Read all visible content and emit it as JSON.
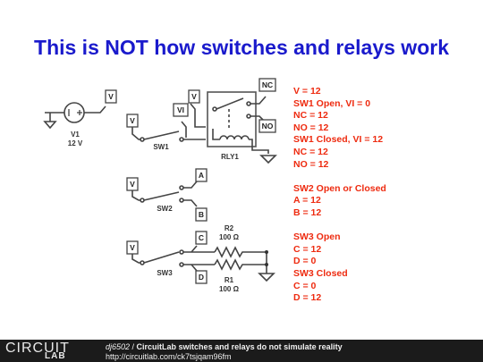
{
  "title": "This is NOT how switches and relays work",
  "schematic": {
    "v1_label": "V1",
    "v1_value": "12 V",
    "probe_v": "V",
    "probe_vi": "VI",
    "probe_nc": "NC",
    "probe_no": "NO",
    "probe_a": "A",
    "probe_b": "B",
    "probe_c": "C",
    "probe_d": "D",
    "sw1": "SW1",
    "sw2": "SW2",
    "sw3": "SW3",
    "rly1": "RLY1",
    "r1_label": "R1",
    "r1_value": "100 Ω",
    "r2_label": "R2",
    "r2_value": "100 Ω"
  },
  "notes": {
    "block1": [
      "V = 12",
      "SW1 Open, VI = 0",
      "NC = 12",
      "NO = 12",
      "SW1 Closed, VI = 12",
      "NC = 12",
      "NO = 12"
    ],
    "block2": [
      "SW2 Open or Closed",
      "A = 12",
      "B = 12"
    ],
    "block3": [
      "SW3 Open",
      "C = 12",
      "D = 0",
      "SW3 Closed",
      "C = 0",
      "D = 12"
    ]
  },
  "footer": {
    "logo_top": "CIRCUIT",
    "logo_bottom": "LAB",
    "author": "dj6502",
    "separator": " / ",
    "circuit_title": "CircuitLab switches and relays do not simulate reality",
    "url": "http://circuitlab.com/ck7tsjqam96fm"
  },
  "colors": {
    "title": "#1a1acc",
    "notes": "#ee2b10",
    "footer_bg": "#1b1b1b"
  }
}
